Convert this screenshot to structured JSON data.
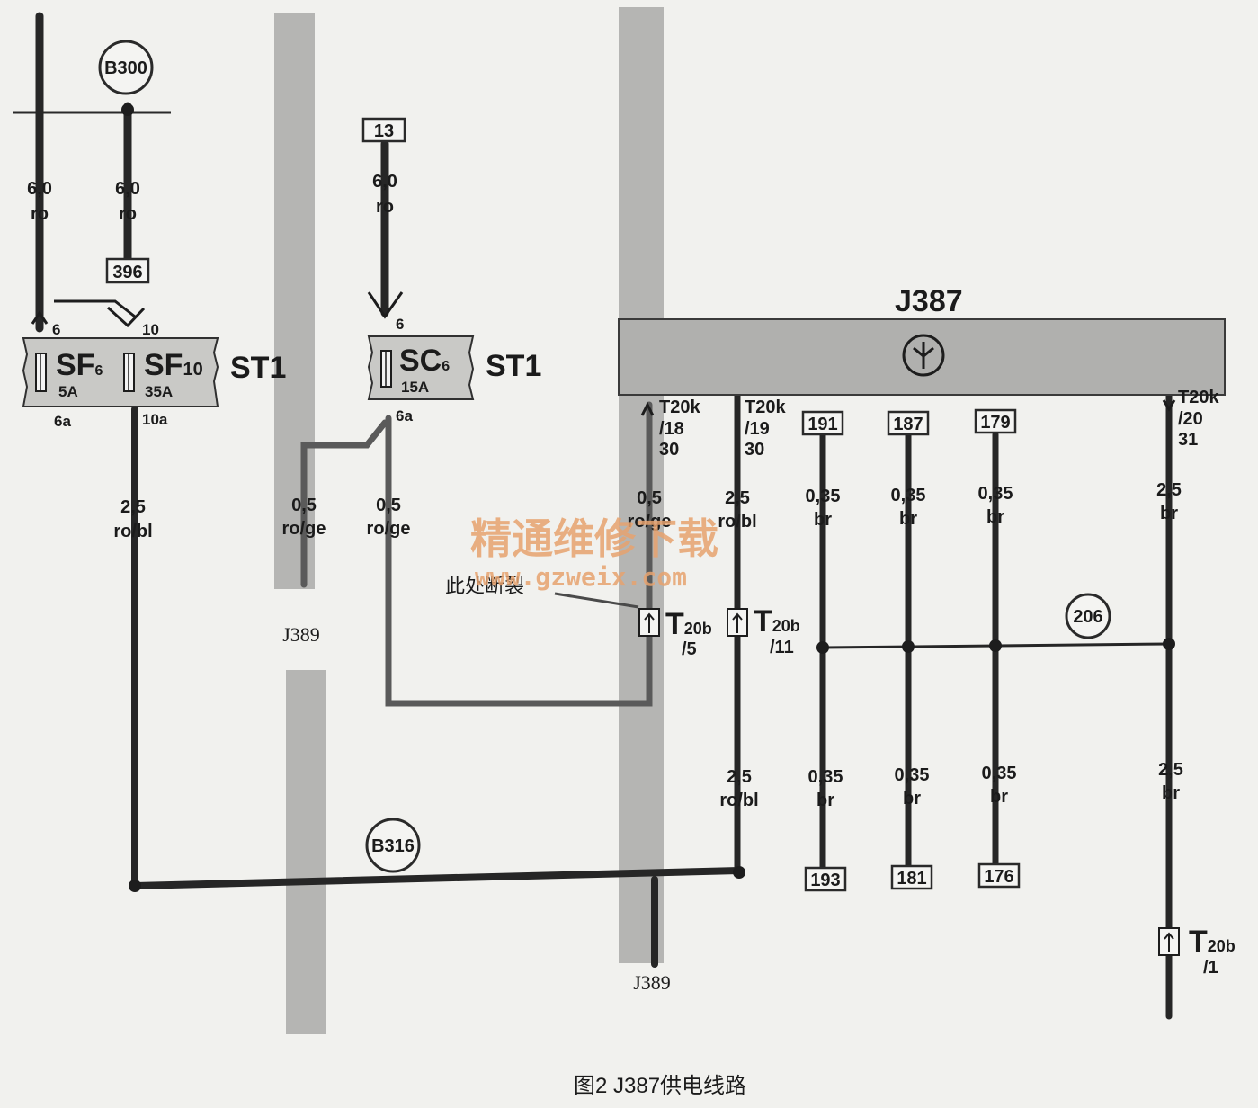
{
  "caption": "图2  J387供电线路",
  "watermark": {
    "text": "精通维修下载",
    "url": "www.gzweix.com"
  },
  "annotation": "此处断裂",
  "ground_buses": {
    "left": "J389",
    "right": "J389"
  },
  "control_unit": {
    "name": "J387"
  },
  "fuse_boxes": [
    {
      "id": "ST1",
      "fuses": [
        {
          "name": "SF",
          "sub": "6",
          "rating": "5A",
          "in_pin": "6",
          "out_pin": "6a"
        },
        {
          "name": "SF",
          "sub": "10",
          "rating": "35A",
          "in_pin": "10",
          "out_pin": "10a"
        }
      ]
    },
    {
      "id": "ST1",
      "fuses": [
        {
          "name": "SC",
          "sub": "6",
          "rating": "15A",
          "in_pin": "6",
          "out_pin": "6a"
        }
      ]
    }
  ],
  "refs": {
    "b300": "B300",
    "b316": "B316",
    "c206": "206",
    "r396": "396",
    "r13": "13",
    "r191": "191",
    "r187": "187",
    "r179": "179",
    "r193": "193",
    "r181": "181",
    "r176": "176"
  },
  "wires": {
    "w1": {
      "size": "6,0",
      "color": "ro"
    },
    "w2": {
      "size": "6,0",
      "color": "ro"
    },
    "w3": {
      "size": "6,0",
      "color": "ro"
    },
    "w4": {
      "size": "2,5",
      "color": "ro/bl"
    },
    "w5": {
      "size": "0,5",
      "color": "ro/ge"
    },
    "w6": {
      "size": "0,5",
      "color": "ro/ge"
    },
    "w7": {
      "size": "0,5",
      "color": "ro/ge"
    },
    "w8": {
      "size": "2,5",
      "color": "ro/bl"
    },
    "w9": {
      "size": "2,5",
      "color": "ro/bl"
    },
    "w10": {
      "size": "0,35",
      "color": "br"
    },
    "w11": {
      "size": "0,35",
      "color": "br"
    },
    "w12": {
      "size": "0,35",
      "color": "br"
    },
    "w13": {
      "size": "0,35",
      "color": "br"
    },
    "w14": {
      "size": "0,35",
      "color": "br"
    },
    "w15": {
      "size": "0,35",
      "color": "br"
    },
    "w16": {
      "size": "2,5",
      "color": "br"
    },
    "w17": {
      "size": "2,5",
      "color": "br"
    }
  },
  "pins": {
    "p18": {
      "conn": "T20k",
      "pin": "/18",
      "term": "30"
    },
    "p19": {
      "conn": "T20k",
      "pin": "/19",
      "term": "30"
    },
    "p20": {
      "conn": "T20k",
      "pin": "/20",
      "term": "31"
    }
  },
  "connectors": {
    "c5": {
      "name": "T",
      "sub": "20b",
      "pin": "/5"
    },
    "c11": {
      "name": "T",
      "sub": "20b",
      "pin": "/11"
    },
    "c1": {
      "name": "T",
      "sub": "20b",
      "pin": "/1"
    }
  }
}
